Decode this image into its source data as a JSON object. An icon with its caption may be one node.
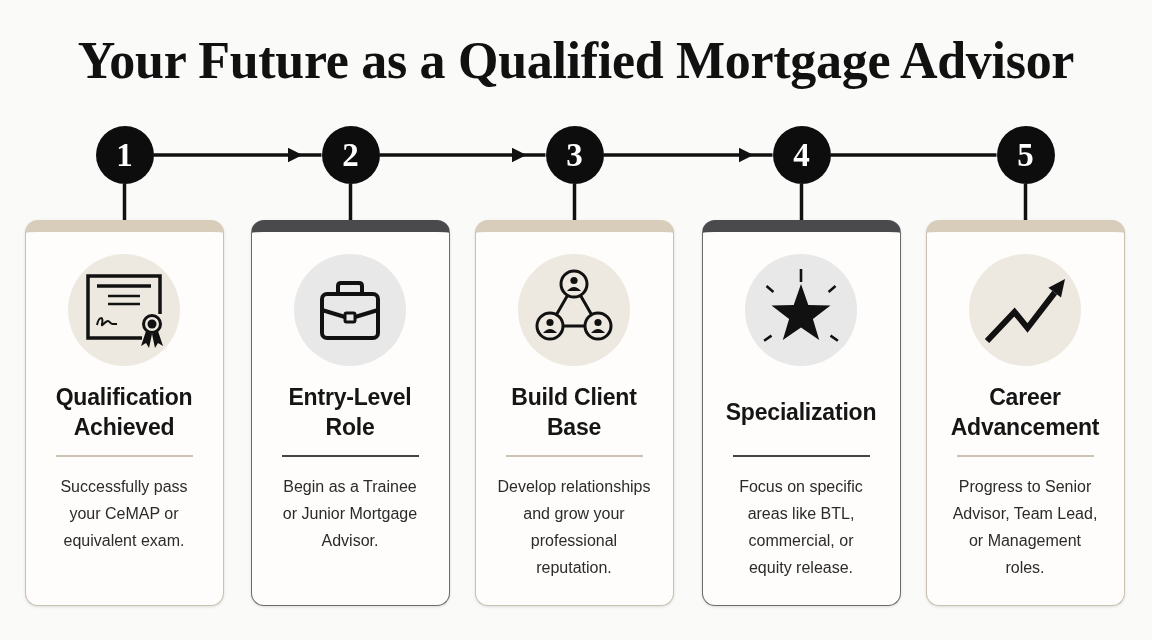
{
  "diagram": {
    "title": "Your Future as a Qualified Mortgage Advisor",
    "nodes": [
      {
        "text": [
          "1"
        ]
      },
      {
        "text": [
          "2"
        ]
      },
      {
        "text": [
          "3"
        ]
      },
      {
        "text": [
          "4"
        ]
      },
      {
        "text": [
          "5"
        ]
      },
      {
        "text": [
          "Qualification Achieved",
          "Successfully pass your CeMAP or equivalent exam."
        ]
      },
      {
        "text": [
          "Entry-Level Role",
          "Begin as a Trainee or Junior Mortgage Advisor."
        ]
      },
      {
        "text": [
          "Build Client Base",
          "Develop relationships and grow your professional reputation."
        ]
      },
      {
        "text": [
          "Specialization",
          "Focus on specific areas like BTL, commercial, or equity release."
        ]
      },
      {
        "text": [
          "Career Advancement",
          "Progress to Senior Advisor, Team Lead, or Management roles."
        ]
      }
    ],
    "edges": [
      {
        "from": 0,
        "to": 1,
        "arrow": "to"
      },
      {
        "from": 1,
        "to": 2,
        "arrow": "to"
      },
      {
        "from": 2,
        "to": 3,
        "arrow": "to"
      },
      {
        "from": 3,
        "to": 4,
        "arrow": "none"
      },
      {
        "from": 0,
        "to": 5,
        "arrow": "none"
      },
      {
        "from": 1,
        "to": 6,
        "arrow": "none"
      },
      {
        "from": 2,
        "to": 7,
        "arrow": "none"
      },
      {
        "from": 3,
        "to": 8,
        "arrow": "none"
      },
      {
        "from": 4,
        "to": 9,
        "arrow": "none"
      }
    ]
  }
}
